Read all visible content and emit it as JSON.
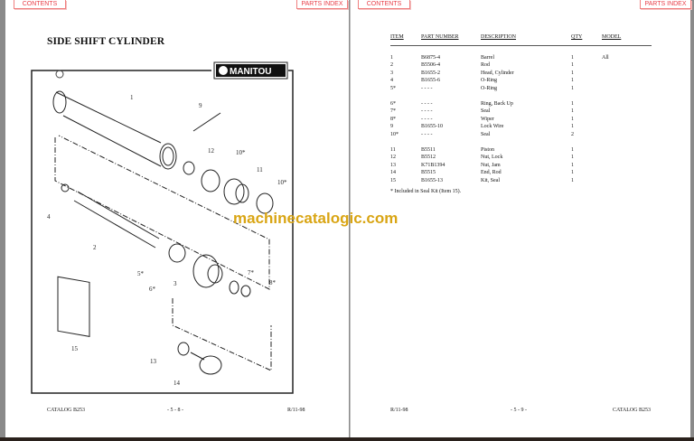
{
  "nav": {
    "contents_label": "CONTENTS",
    "parts_index_label": "PARTS INDEX"
  },
  "left_page": {
    "title": "SIDE SHIFT CYLINDER",
    "logo_text": "MANITOU",
    "callouts": [
      "1",
      "9",
      "12",
      "10*",
      "11",
      "10*",
      "4",
      "2",
      "5*",
      "6*",
      "3",
      "7*",
      "8*",
      "15",
      "13",
      "14"
    ],
    "footer": {
      "left": "CATALOG B253",
      "center": "- 5 - 8 -",
      "right": "R/11-98"
    }
  },
  "right_page": {
    "headers": {
      "item": "ITEM",
      "part_number": "PART NUMBER",
      "description": "DESCRIPTION",
      "qty": "QTY",
      "model": "MODEL"
    },
    "groups": [
      [
        {
          "item": "1",
          "part": "B6875-4",
          "desc": "Barrel",
          "qty": "1",
          "model": "All"
        },
        {
          "item": "2",
          "part": "B5506-4",
          "desc": "Rod",
          "qty": "1",
          "model": ""
        },
        {
          "item": "3",
          "part": "B1655-2",
          "desc": "Head, Cylinder",
          "qty": "1",
          "model": ""
        },
        {
          "item": "4",
          "part": "B1655-6",
          "desc": "O-Ring",
          "qty": "1",
          "model": ""
        },
        {
          "item": "5*",
          "part": "- - - -",
          "desc": "O-Ring",
          "qty": "1",
          "model": ""
        }
      ],
      [
        {
          "item": "6*",
          "part": "- - - -",
          "desc": "Ring, Back Up",
          "qty": "1",
          "model": ""
        },
        {
          "item": "7*",
          "part": "- - - -",
          "desc": "Seal",
          "qty": "1",
          "model": ""
        },
        {
          "item": "8*",
          "part": "- - - -",
          "desc": "Wiper",
          "qty": "1",
          "model": ""
        },
        {
          "item": "9",
          "part": "B1655-10",
          "desc": "Lock Wire",
          "qty": "1",
          "model": ""
        },
        {
          "item": "10*",
          "part": "- - - -",
          "desc": "Seal",
          "qty": "2",
          "model": ""
        }
      ],
      [
        {
          "item": "11",
          "part": "B5511",
          "desc": "Piston",
          "qty": "1",
          "model": ""
        },
        {
          "item": "12",
          "part": "B5512",
          "desc": "Nut, Lock",
          "qty": "1",
          "model": ""
        },
        {
          "item": "13",
          "part": "K71B1394",
          "desc": "Nut, Jam",
          "qty": "1",
          "model": ""
        },
        {
          "item": "14",
          "part": "B5515",
          "desc": "End, Rod",
          "qty": "1",
          "model": ""
        },
        {
          "item": "15",
          "part": "B1655-13",
          "desc": "Kit, Seal",
          "qty": "1",
          "model": ""
        }
      ]
    ],
    "note": "* Included in Seal Kit (Item 15).",
    "footer": {
      "left": "R/11-98",
      "center": "- 5 - 9 -",
      "right": "CATALOG B253"
    }
  },
  "watermark": "machinecatalogic.com",
  "colors": {
    "nav_text": "#e8404a",
    "nav_border": "#f08080",
    "watermark": "#d9a514"
  }
}
